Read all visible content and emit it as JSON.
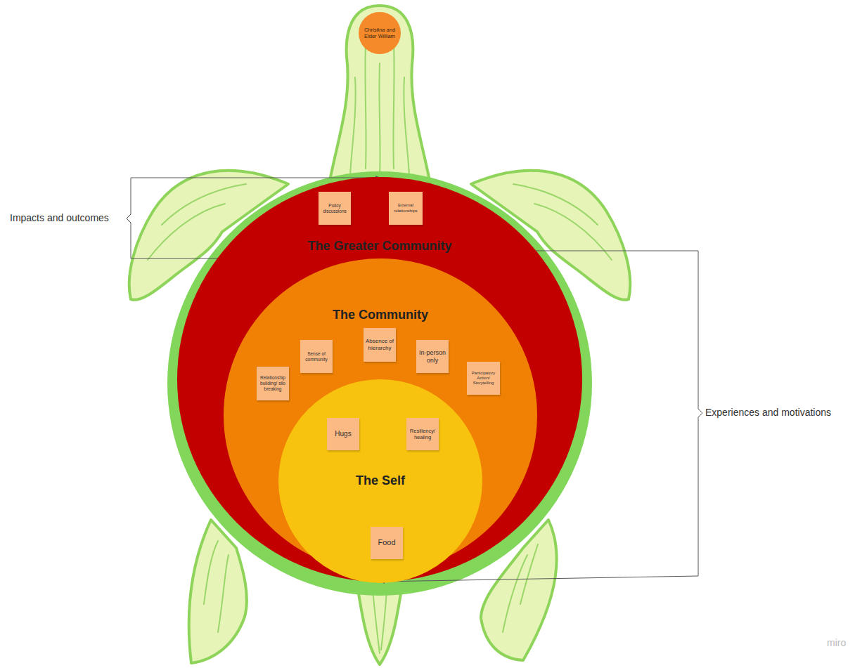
{
  "diagram": {
    "nodes": [
      {
        "text": [
          "Christina and Elder William"
        ]
      },
      {
        "text": [
          "The Greater Community"
        ]
      },
      {
        "text": [
          "Policy discussions"
        ],
        "in": 1
      },
      {
        "text": [
          "External relationships"
        ],
        "in": 1
      },
      {
        "text": [
          "The Community"
        ],
        "in": 1
      },
      {
        "text": [
          "Relationship building/ silo breaking"
        ],
        "in": 4
      },
      {
        "text": [
          "Sense of community"
        ],
        "in": 4
      },
      {
        "text": [
          "Absence of hierarchy"
        ],
        "in": 4
      },
      {
        "text": [
          "In-person only"
        ],
        "in": 4
      },
      {
        "text": [
          "Participatory Action/ Storytelling"
        ],
        "in": 4
      },
      {
        "text": [
          "The Self"
        ],
        "in": 4
      },
      {
        "text": [
          "Hugs"
        ],
        "in": 10
      },
      {
        "text": [
          "Resiliency/ healing"
        ],
        "in": 10
      },
      {
        "text": [
          "Food"
        ],
        "in": 10
      }
    ],
    "labels": [
      "Impacts and outcomes",
      "Experiences and motivations",
      "miro"
    ]
  }
}
